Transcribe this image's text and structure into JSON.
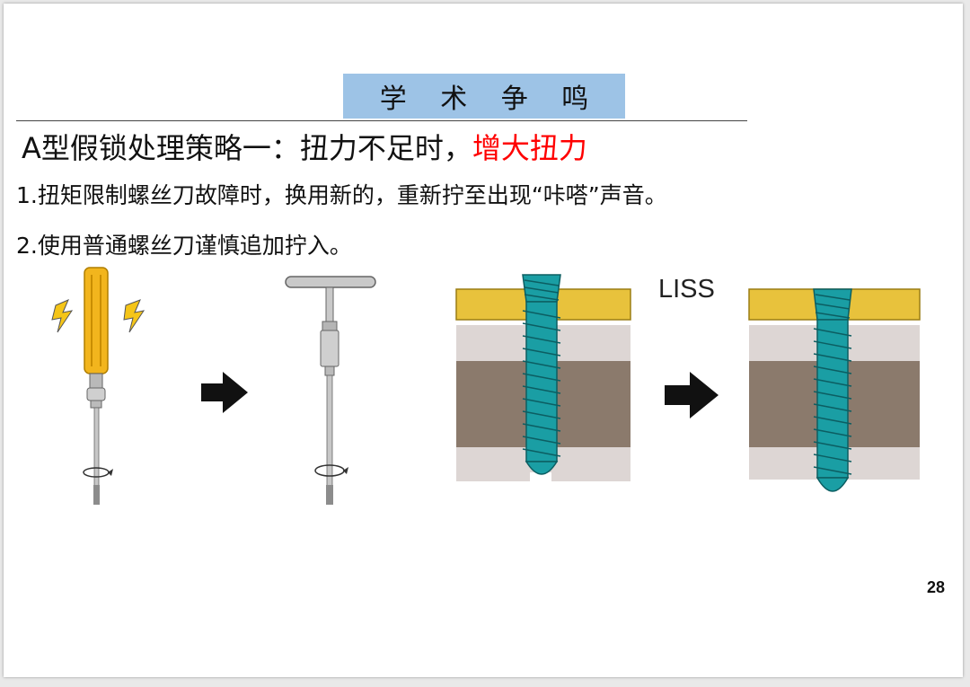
{
  "slide": {
    "title": "学 术 争 鸣",
    "heading": {
      "prefix": "A型假锁处理策略一：扭力不足时，",
      "accent": "增大扭力"
    },
    "points": [
      "1.扭矩限制螺丝刀故障时，换用新的，重新拧至出现“咔嗒”声音。",
      "2.使用普通螺丝刀谨慎追加拧入。"
    ],
    "liss_label": "LISS",
    "page_number": "28"
  },
  "colors": {
    "title_bg": "#9dc3e6",
    "accent": "#ff0000",
    "screwdriver_handle": "#f2b51d",
    "plate": "#e8c23c",
    "bone_dark": "#8b7a6c",
    "bone_light": "#ddd6d4",
    "screw": "#1a9ea4"
  },
  "icons": [
    "lightning-icon",
    "arrow-right-icon",
    "rotation-icon"
  ]
}
